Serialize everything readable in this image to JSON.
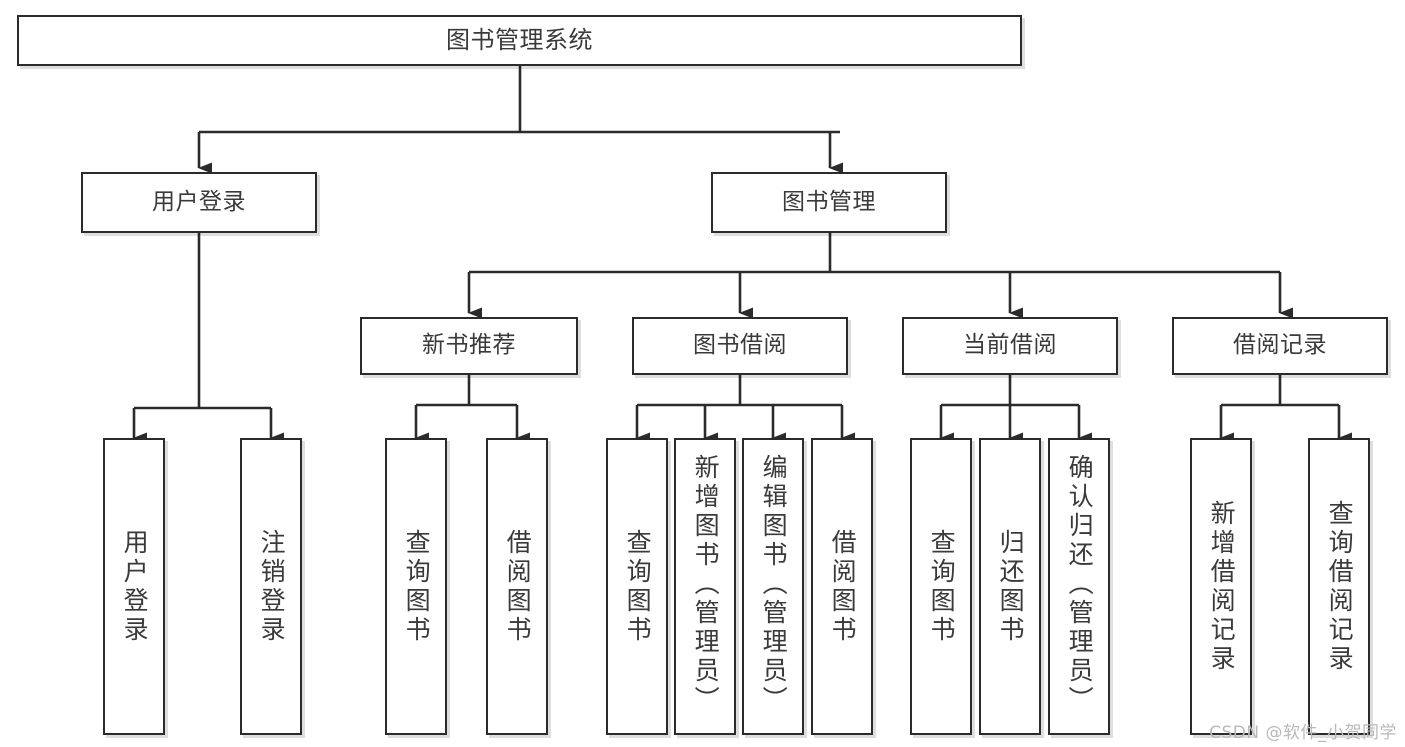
{
  "diagram": {
    "title": "图书管理系统",
    "type": "hierarchy-tree",
    "watermark": "CSDN @软件_小贺同学",
    "colors": {
      "stroke": "#2b2b2b",
      "text": "#3a3a3a",
      "background": "#ffffff",
      "watermark": "#b9b9b9"
    },
    "nodes": {
      "root": {
        "label": "图书管理系统"
      },
      "level1": [
        {
          "id": "user-login",
          "label": "用户登录"
        },
        {
          "id": "book-manage",
          "label": "图书管理"
        }
      ],
      "level2": [
        {
          "id": "new-book-recommend",
          "label": "新书推荐"
        },
        {
          "id": "book-borrow",
          "label": "图书借阅"
        },
        {
          "id": "current-borrow",
          "label": "当前借阅"
        },
        {
          "id": "borrow-record",
          "label": "借阅记录"
        }
      ],
      "leaves": {
        "user-login": [
          {
            "id": "leaf-user-login",
            "label": "用户登录"
          },
          {
            "id": "leaf-logout-login",
            "label": "注销登录"
          }
        ],
        "new-book-recommend": [
          {
            "id": "leaf-query-book-1",
            "label": "查询图书"
          },
          {
            "id": "leaf-borrow-book-1",
            "label": "借阅图书"
          }
        ],
        "book-borrow": [
          {
            "id": "leaf-query-book-2",
            "label": "查询图书"
          },
          {
            "id": "leaf-add-book",
            "label": "新增图书（管理员）"
          },
          {
            "id": "leaf-edit-book",
            "label": "编辑图书（管理员）"
          },
          {
            "id": "leaf-borrow-book-2",
            "label": "借阅图书"
          }
        ],
        "current-borrow": [
          {
            "id": "leaf-query-book-3",
            "label": "查询图书"
          },
          {
            "id": "leaf-return-book",
            "label": "归还图书"
          },
          {
            "id": "leaf-confirm-return",
            "label": "确认归还（管理员）"
          }
        ],
        "borrow-record": [
          {
            "id": "leaf-add-record",
            "label": "新增借阅记录"
          },
          {
            "id": "leaf-query-record",
            "label": "查询借阅记录"
          }
        ]
      }
    }
  }
}
